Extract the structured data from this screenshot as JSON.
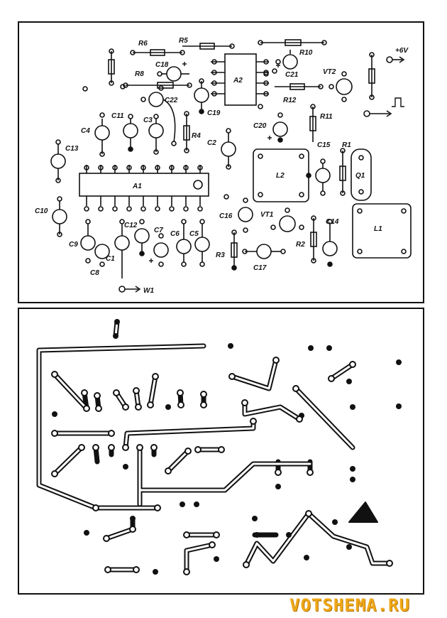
{
  "layout_labels": {
    "R6": "R6",
    "R5": "R5",
    "R10": "R10",
    "plus6v": "+6V",
    "C18": "C18",
    "R8": "R8",
    "A2": "A2",
    "C21": "C21",
    "VT2": "VT2",
    "C22": "C22",
    "R12": "R12",
    "C11": "C11",
    "C4": "C4",
    "C3": "C3",
    "C19": "C19",
    "R11": "R11",
    "R4": "R4",
    "C20": "C20",
    "C13": "C13",
    "C2": "C2",
    "C15": "C15",
    "R1": "R1",
    "L2": "L2",
    "Q1": "Q1",
    "A1": "A1",
    "C10": "C10",
    "C16": "C16",
    "VT1": "VT1",
    "C12": "C12",
    "C7": "C7",
    "C6": "C6",
    "C5": "C5",
    "C14": "C14",
    "L1": "L1",
    "C9": "C9",
    "C1": "C1",
    "C8": "C8",
    "R3": "R3",
    "R2": "R2",
    "C17": "C17",
    "W1": "W1"
  },
  "watermark": "VOTSHEMA.RU",
  "colors": {
    "ink": "#111111",
    "watermark": "#f0a818"
  }
}
